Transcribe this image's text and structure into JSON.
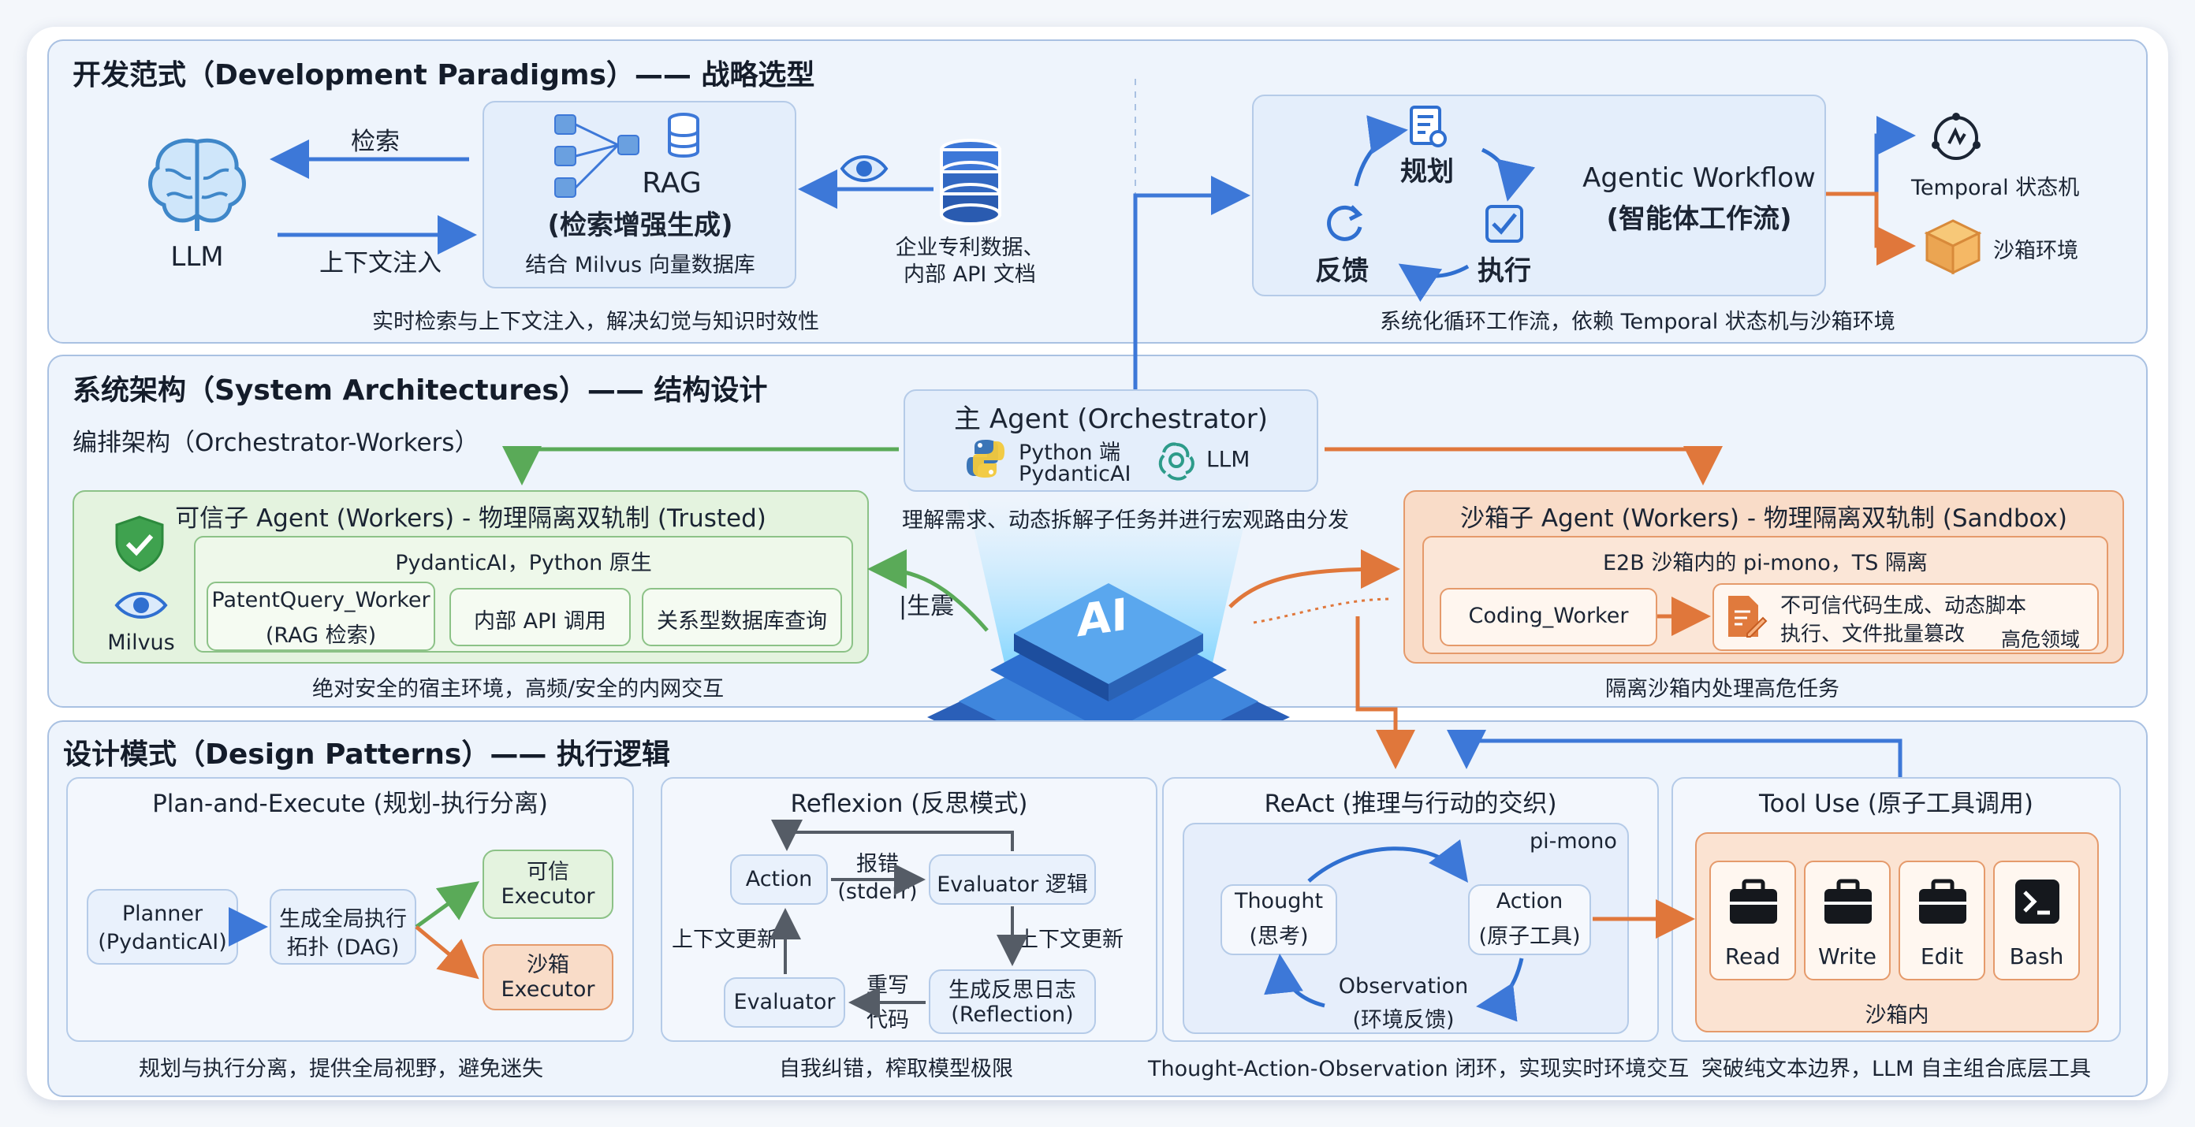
{
  "paradigms": {
    "title": "开发范式（Development Paradigms）—— 战略选型",
    "llm_label": "LLM",
    "retrieve_label": "检索",
    "inject_label": "上下文注入",
    "rag_title": "RAG",
    "rag_subtitle": "(检索增强生成)",
    "rag_db": "结合 Milvus 向量数据库",
    "enterprise_data_1": "企业专利数据、",
    "enterprise_data_2": "内部 API 文档",
    "rag_caption": "实时检索与上下文注入，解决幻觉与知识时效性",
    "plan_label": "规划",
    "exec_label": "执行",
    "feedback_label": "反馈",
    "workflow_title": "Agentic Workflow",
    "workflow_subtitle": "(智能体工作流)",
    "temporal_label": "Temporal 状态机",
    "sandbox_env_label": "沙箱环境",
    "workflow_caption": "系统化循环工作流，依赖 Temporal 状态机与沙箱环境"
  },
  "architecture": {
    "title": "系统架构（System Architectures）—— 结构设计",
    "subtitle": "编排架构（Orchestrator-Workers）",
    "orchestrator_title": "主 Agent (Orchestrator)",
    "orchestrator_python": "Python 端",
    "orchestrator_pydantic": "PydanticAI",
    "orchestrator_llm": "LLM",
    "orchestrator_caption": "理解需求、动态拆解子任务并进行宏观路由分发",
    "trusted_title": "可信子 Agent (Workers) - 物理隔离双轨制 (Trusted)",
    "trusted_runtime": "PydanticAI，Python 原生",
    "milvus_label": "Milvus",
    "patent_worker": "PatentQuery_Worker",
    "patent_worker_sub": "(RAG 检索)",
    "internal_api": "内部 API 调用",
    "relational_db": "关系型数据库查询",
    "retrieve_arrow_label": "|生震",
    "trusted_caption": "绝对安全的宿主环境，高频/安全的内网交互",
    "ai_label": "AI",
    "sandbox_title": "沙箱子 Agent (Workers) - 物理隔离双轨制 (Sandbox)",
    "sandbox_runtime": "E2B 沙箱内的 pi-mono，TS 隔离",
    "coding_worker": "Coding_Worker",
    "untrusted_1": "不可信代码生成、动态脚本",
    "untrusted_2": "执行、文件批量篡改",
    "high_risk": "高危领域",
    "sandbox_caption": "隔离沙箱内处理高危任务"
  },
  "patterns": {
    "title": "设计模式（Design Patterns）—— 执行逻辑",
    "plan_exec": {
      "title": "Plan-and-Execute (规划-执行分离)",
      "planner": "Planner",
      "planner_sub": "(PydanticAI)",
      "dag_1": "生成全局执行",
      "dag_2": "拓扑 (DAG)",
      "trusted_exec_1": "可信",
      "trusted_exec_2": "Executor",
      "sandbox_exec_1": "沙箱",
      "sandbox_exec_2": "Executor",
      "caption": "规划与执行分离，提供全局视野，避免迷失"
    },
    "reflexion": {
      "title": "Reflexion (反思模式)",
      "action": "Action",
      "error": "报错",
      "stderr": "(stderr)",
      "evaluator_logic": "Evaluator 逻辑",
      "ctx_update_left": "上下文更新",
      "ctx_update_right": "上下文更新",
      "evaluator": "Evaluator",
      "rewrite_1": "重写",
      "rewrite_2": "代码",
      "log_1": "生成反思日志",
      "log_2": "(Reflection)",
      "caption": "自我纠错，榨取模型极限"
    },
    "react": {
      "title": "ReAct (推理与行动的交织)",
      "pimono": "pi-mono",
      "thought": "Thought",
      "thought_sub": "(思考)",
      "action": "Action",
      "action_sub": "(原子工具)",
      "observation": "Observation",
      "observation_sub": "(环境反馈)",
      "caption": "Thought-Action-Observation 闭环，实现实时环境交互"
    },
    "tooluse": {
      "title": "Tool Use (原子工具调用)",
      "tools": [
        "Read",
        "Write",
        "Edit",
        "Bash"
      ],
      "inside": "沙箱内",
      "caption": "突破纯文本边界，LLM 自主组合底层工具"
    }
  },
  "colors": {
    "blue": "#3d78d8",
    "green": "#5aaa58",
    "orange": "#e0773b"
  }
}
